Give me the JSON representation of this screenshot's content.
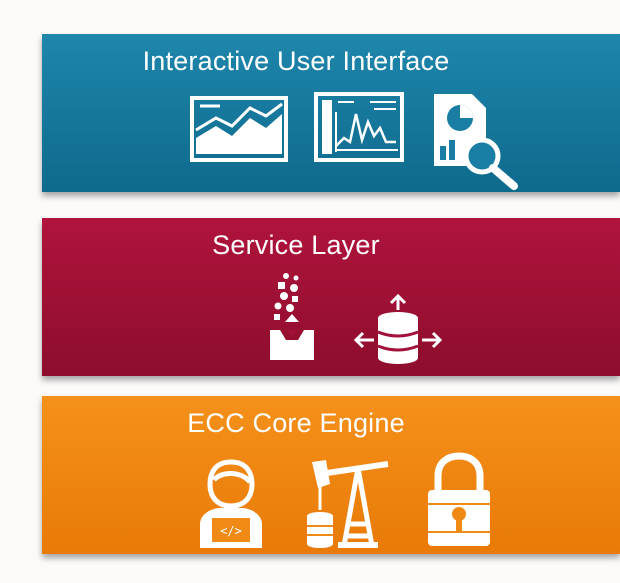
{
  "layers": [
    {
      "title": "Interactive User Interface",
      "color": "#1a7ea4",
      "icons": [
        "area-chart-icon",
        "dashboard-chart-icon",
        "report-analysis-icon"
      ]
    },
    {
      "title": "Service Layer",
      "color": "#a3113a",
      "icons": [
        "data-inbox-icon",
        "database-transfer-icon"
      ]
    },
    {
      "title": "ECC Core Engine",
      "color": "#f08a16",
      "icons": [
        "developer-icon",
        "oil-pump-icon",
        "security-lock-icon"
      ]
    }
  ]
}
